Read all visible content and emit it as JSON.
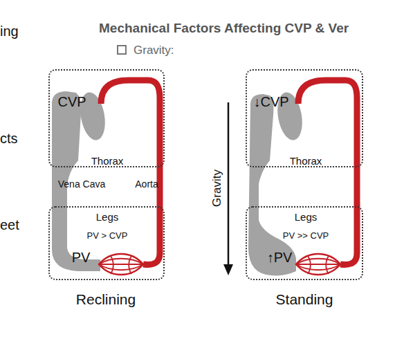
{
  "diagram": {
    "title": "Mechanical Factors Affecting CVP & Ver",
    "nodes": [
      {
        "text": [
          "CVP",
          "Thorax"
        ]
      },
      {
        "text": [
          "Legs",
          "PV > CVP",
          "PV"
        ]
      },
      {
        "text": [
          "↓CVP",
          "Thorax"
        ]
      },
      {
        "text": [
          "Legs",
          "PV >> CVP",
          "↑PV"
        ]
      }
    ],
    "labels": [
      "ing",
      "Gravity:",
      "cts",
      "Vena Cava",
      "Aorta",
      "Gravity",
      "eet",
      "Reclining",
      "Standing"
    ]
  }
}
